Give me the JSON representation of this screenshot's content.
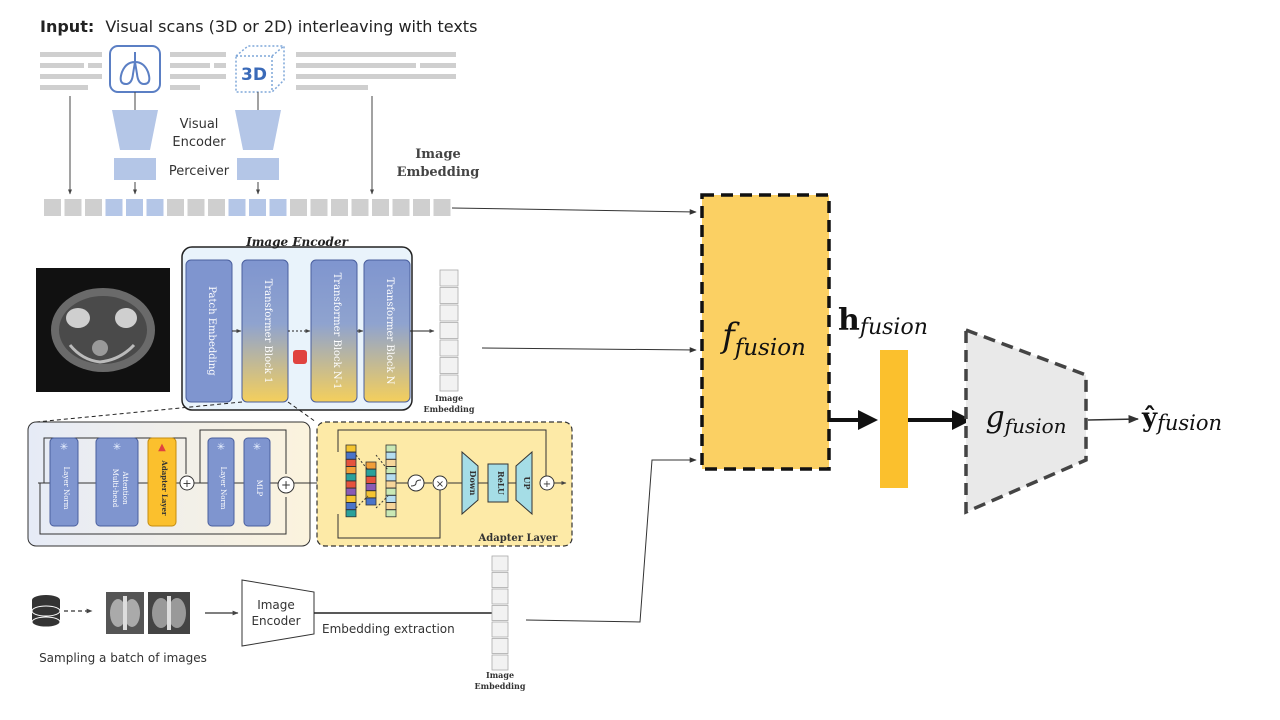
{
  "colors": {
    "accent_yellow": "#fbc02d",
    "fusion_fill": "#fbd063",
    "encoder_blue": "#7f95cf",
    "scan_blue": "#b4c6e7",
    "grey_token": "#cfcfcf",
    "adapter_panel": "#fdeaa7",
    "cyan_block": "#a5dde6"
  },
  "input": {
    "title_bold": "Input:",
    "title_rest": "Visual scans (3D or 2D) interleaving with texts",
    "badge_3d": "3D",
    "visual_encoder_line1": "Visual",
    "visual_encoder_line2": "Encoder",
    "perceiver": "Perceiver",
    "image_embedding_line1": "Image",
    "image_embedding_line2": "Embedding"
  },
  "image_encoder": {
    "title": "Image Encoder",
    "blocks": [
      "Patch Embedding",
      "Transformer Block 1",
      "Transformer Block N-1",
      "Transformer Block N"
    ],
    "embedding_line1": "Image",
    "embedding_line2": "Embedding"
  },
  "block_detail": {
    "layer_norm_1": "Layer Norm",
    "attention_line1": "Multi-head",
    "attention_line2": "Attention",
    "adapter_layer": "Adapter Layer",
    "layer_norm_2": "Layer Norm",
    "mlp": "MLP"
  },
  "adapter": {
    "title": "Adapter Layer",
    "down": "Down",
    "relu": "ReLU",
    "up": "UP"
  },
  "sampling": {
    "caption": "Sampling a batch of images",
    "encoder_line1": "Image",
    "encoder_line2": "Encoder",
    "extraction": "Embedding extraction",
    "embedding_line1": "Image",
    "embedding_line2": "Embedding"
  },
  "fusion": {
    "f_main": "f",
    "f_sub": "fusion",
    "h_main": "h",
    "h_sub": "fusion",
    "g_main": "g",
    "g_sub": "fusion",
    "y_main": "ŷ",
    "y_sub": "fusion"
  }
}
